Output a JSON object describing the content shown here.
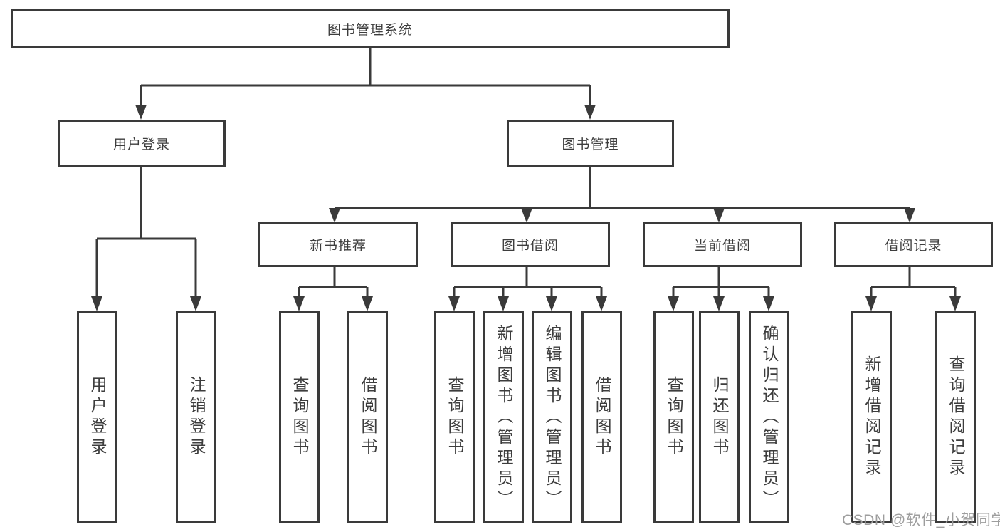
{
  "tree": {
    "root": {
      "label": "图书管理系统"
    },
    "branches": [
      {
        "label": "用户登录",
        "children": [
          {
            "label": "用户登录"
          },
          {
            "label": "注销登录"
          }
        ]
      },
      {
        "label": "图书管理",
        "children": [
          {
            "label": "新书推荐",
            "children": [
              {
                "label": "查询图书"
              },
              {
                "label": "借阅图书"
              }
            ]
          },
          {
            "label": "图书借阅",
            "children": [
              {
                "label": "查询图书"
              },
              {
                "label": "新增图书（管理员）"
              },
              {
                "label": "编辑图书（管理员）"
              },
              {
                "label": "借阅图书"
              }
            ]
          },
          {
            "label": "当前借阅",
            "children": [
              {
                "label": "查询图书"
              },
              {
                "label": "归还图书"
              },
              {
                "label": "确认归还（管理员）"
              }
            ]
          },
          {
            "label": "借阅记录",
            "children": [
              {
                "label": "新增借阅记录"
              },
              {
                "label": "查询借阅记录"
              }
            ]
          }
        ]
      }
    ]
  },
  "watermark": {
    "text": "CSDN @软件_小贺同学"
  },
  "colors": {
    "line": "#3a3a3a",
    "text": "#3d3d3d",
    "watermark": "#9d9d9d",
    "background": "#ffffff"
  }
}
